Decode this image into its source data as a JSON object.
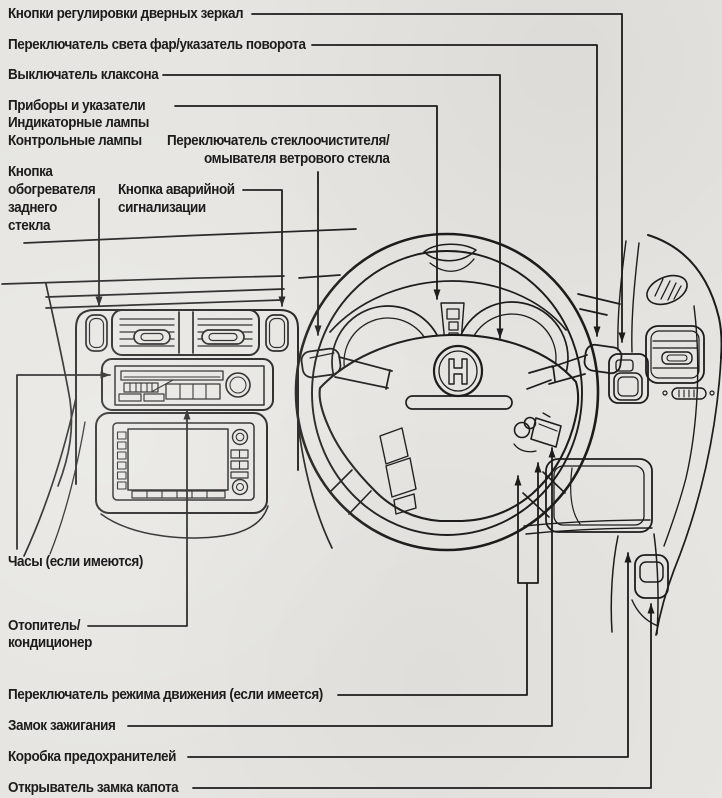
{
  "colors": {
    "paper": "#e6e5e1",
    "ink": "#1c1c1c"
  },
  "callouts": {
    "door_mirrors": {
      "label": "Кнопки регулировки дверных зеркал"
    },
    "headlight_turn": {
      "label": "Переключатель света фар/указатель поворота"
    },
    "horn": {
      "label": "Выключатель клаксона"
    },
    "instruments": {
      "label": "Приборы и указатели"
    },
    "indicator_lamps": {
      "label": "Индикаторные лампы"
    },
    "warning_lamps": {
      "label": "Контрольные лампы"
    },
    "wiper": {
      "line1": "Переключатель стеклоочистителя/",
      "line2": "омывателя ветрового стекла"
    },
    "defrost": {
      "line1": "Кнопка",
      "line2": "обогревателя",
      "line3": "заднего",
      "line4": "стекла"
    },
    "hazard": {
      "line1": "Кнопка аварийной",
      "line2": "сигнализации"
    },
    "clock": {
      "label": "Часы (если имеются)"
    },
    "heater": {
      "line1": "Отопитель/",
      "line2": "кондиционер"
    },
    "drive_mode": {
      "label": "Переключатель режима движения (если имеется)"
    },
    "ignition": {
      "label": "Замок зажигания"
    },
    "fuse_box": {
      "label": "Коробка предохранителей"
    },
    "hood_release": {
      "label": "Открыватель замка капота"
    }
  }
}
